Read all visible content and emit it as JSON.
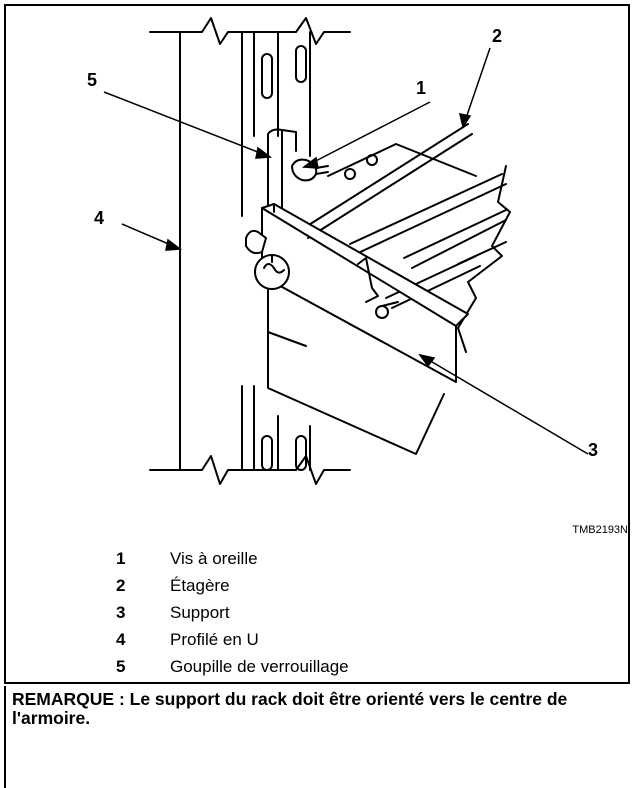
{
  "callouts": {
    "c1": "1",
    "c2": "2",
    "c3": "3",
    "c4": "4",
    "c5": "5"
  },
  "figure_code": "TMB2193N",
  "legend": [
    {
      "num": "1",
      "label": "Vis à oreille"
    },
    {
      "num": "2",
      "label": "Étagère"
    },
    {
      "num": "3",
      "label": "Support"
    },
    {
      "num": "4",
      "label": "Profilé en U"
    },
    {
      "num": "5",
      "label": "Goupille de verrouillage"
    }
  ],
  "note": "REMARQUE : Le support du rack doit être orienté vers le centre de l'armoire."
}
